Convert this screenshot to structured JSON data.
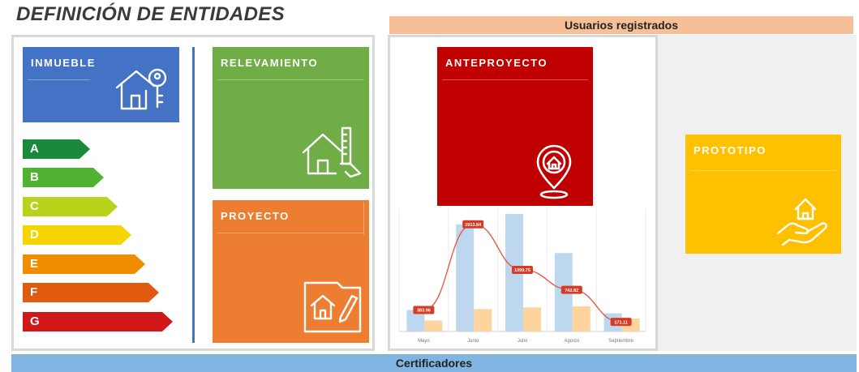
{
  "title": "DEFINICIÓN DE ENTIDADES",
  "bands": {
    "top": "Usuarios registrados",
    "bottom": "Certificadores"
  },
  "tiles": {
    "inmueble": {
      "label": "INMUEBLE",
      "color": "#4472c4",
      "icon": "house-key-icon"
    },
    "relevamiento": {
      "label": "RELEVAMIENTO",
      "color": "#70ad47",
      "icon": "house-measure-icon"
    },
    "proyecto": {
      "label": "PROYECTO",
      "color": "#ed7d31",
      "icon": "house-blueprint-icon"
    },
    "anteproyecto": {
      "label": "ANTEPROYECTO",
      "color": "#c00000",
      "icon": "house-location-pin-icon"
    },
    "prototipo": {
      "label": "PROTOTIPO",
      "color": "#ffc000",
      "icon": "house-hand-icon"
    }
  },
  "energy_ratings": [
    {
      "grade": "A",
      "color": "#1a8a3a"
    },
    {
      "grade": "B",
      "color": "#4fb231"
    },
    {
      "grade": "C",
      "color": "#b8d31a"
    },
    {
      "grade": "D",
      "color": "#f5d400"
    },
    {
      "grade": "E",
      "color": "#f08c00"
    },
    {
      "grade": "F",
      "color": "#e05a10"
    },
    {
      "grade": "G",
      "color": "#d01818"
    }
  ],
  "chart_data": {
    "type": "bar",
    "categories": [
      "Mayo",
      "Junio",
      "Julio",
      "Agosto",
      "Septiembre"
    ],
    "series": [
      {
        "values": [
          383.96,
          1913.84,
          2100,
          1400,
          325
        ],
        "color": "#bdd7ee"
      },
      {
        "values": [
          195,
          400,
          430,
          450,
          230
        ],
        "color": "#fdd49e"
      }
    ],
    "line": {
      "values": [
        383.96,
        1913.84,
        1099.75,
        742.82,
        171.11
      ],
      "labels": [
        "383.96",
        "1913.84",
        "1099.75",
        "742.82",
        "171.11"
      ],
      "color": "#e8503a"
    },
    "ylim": [
      0,
      2200
    ],
    "grid": true
  }
}
